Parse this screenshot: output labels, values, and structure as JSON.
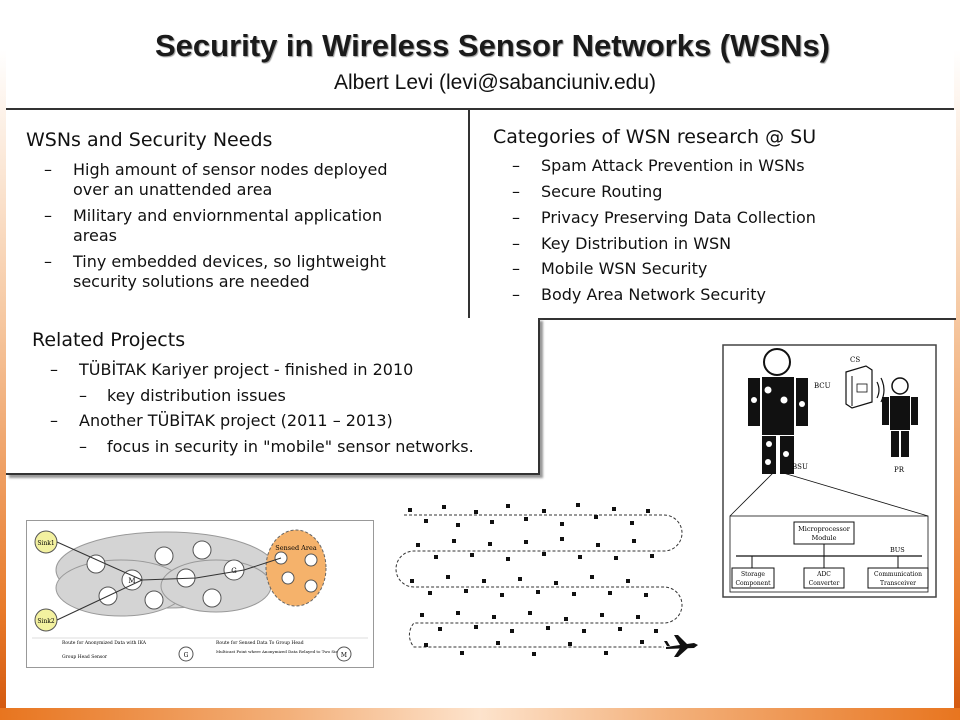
{
  "title": "Security in Wireless Sensor Networks (WSNs)",
  "author": "Albert Levi (levi@sabanciuniv.edu)",
  "needs": {
    "heading": "WSNs and Security Needs",
    "items": [
      [
        "High amount of sensor nodes deployed",
        "over an unattended area"
      ],
      [
        "Military and enviornmental application",
        "areas"
      ],
      [
        "Tiny embedded devices, so lightweight",
        "security solutions are needed"
      ]
    ]
  },
  "categories": {
    "heading": "Categories of WSN research @ SU",
    "items": [
      "Spam Attack Prevention in WSNs",
      "Secure Routing",
      "Privacy Preserving Data Collection",
      "Key Distribution in WSN",
      "Mobile WSN Security",
      "Body Area Network Security"
    ]
  },
  "projects": {
    "heading": "Related Projects",
    "items": [
      {
        "text": "TÜBİTAK Kariyer project - finished in 2010",
        "level": 1
      },
      {
        "text": "key distribution issues",
        "level": 2
      },
      {
        "text": "Another TÜBİTAK project (2011 – 2013)",
        "level": 1
      },
      {
        "text": "focus in security in \"mobile\" sensor networks.",
        "level": 2
      }
    ]
  },
  "figure_ban": {
    "labels": {
      "cs": "CS",
      "bcu": "BCU",
      "bsu": "BSU",
      "pr": "PR",
      "bus": "BUS",
      "micro1": "Microprocessor",
      "micro2": "Module",
      "storage1": "Storage",
      "storage2": "Component",
      "adc1": "ADC",
      "adc2": "Converter",
      "comm1": "Communication",
      "comm2": "Transceiver"
    }
  },
  "figure_network": {
    "labels": {
      "sink1": "Sink1",
      "sink2": "Sink2",
      "m": "M",
      "g": "G",
      "sensed": "Sensed Area",
      "legend1": "Route for Anonymized Data with IKA",
      "legend2": "Route for Sensed Data To Group Head",
      "legend3": "Group Head Sensor",
      "legend4": "Multicast Point where Anonymized Data Relayed to Two Sinks",
      "legend_g": "G",
      "legend_m": "M"
    }
  },
  "colors": {
    "accent": "#e8751f",
    "sink": "#f3f1a0",
    "sensed": "#f5b26b",
    "cloud": "#d4d4d4"
  }
}
